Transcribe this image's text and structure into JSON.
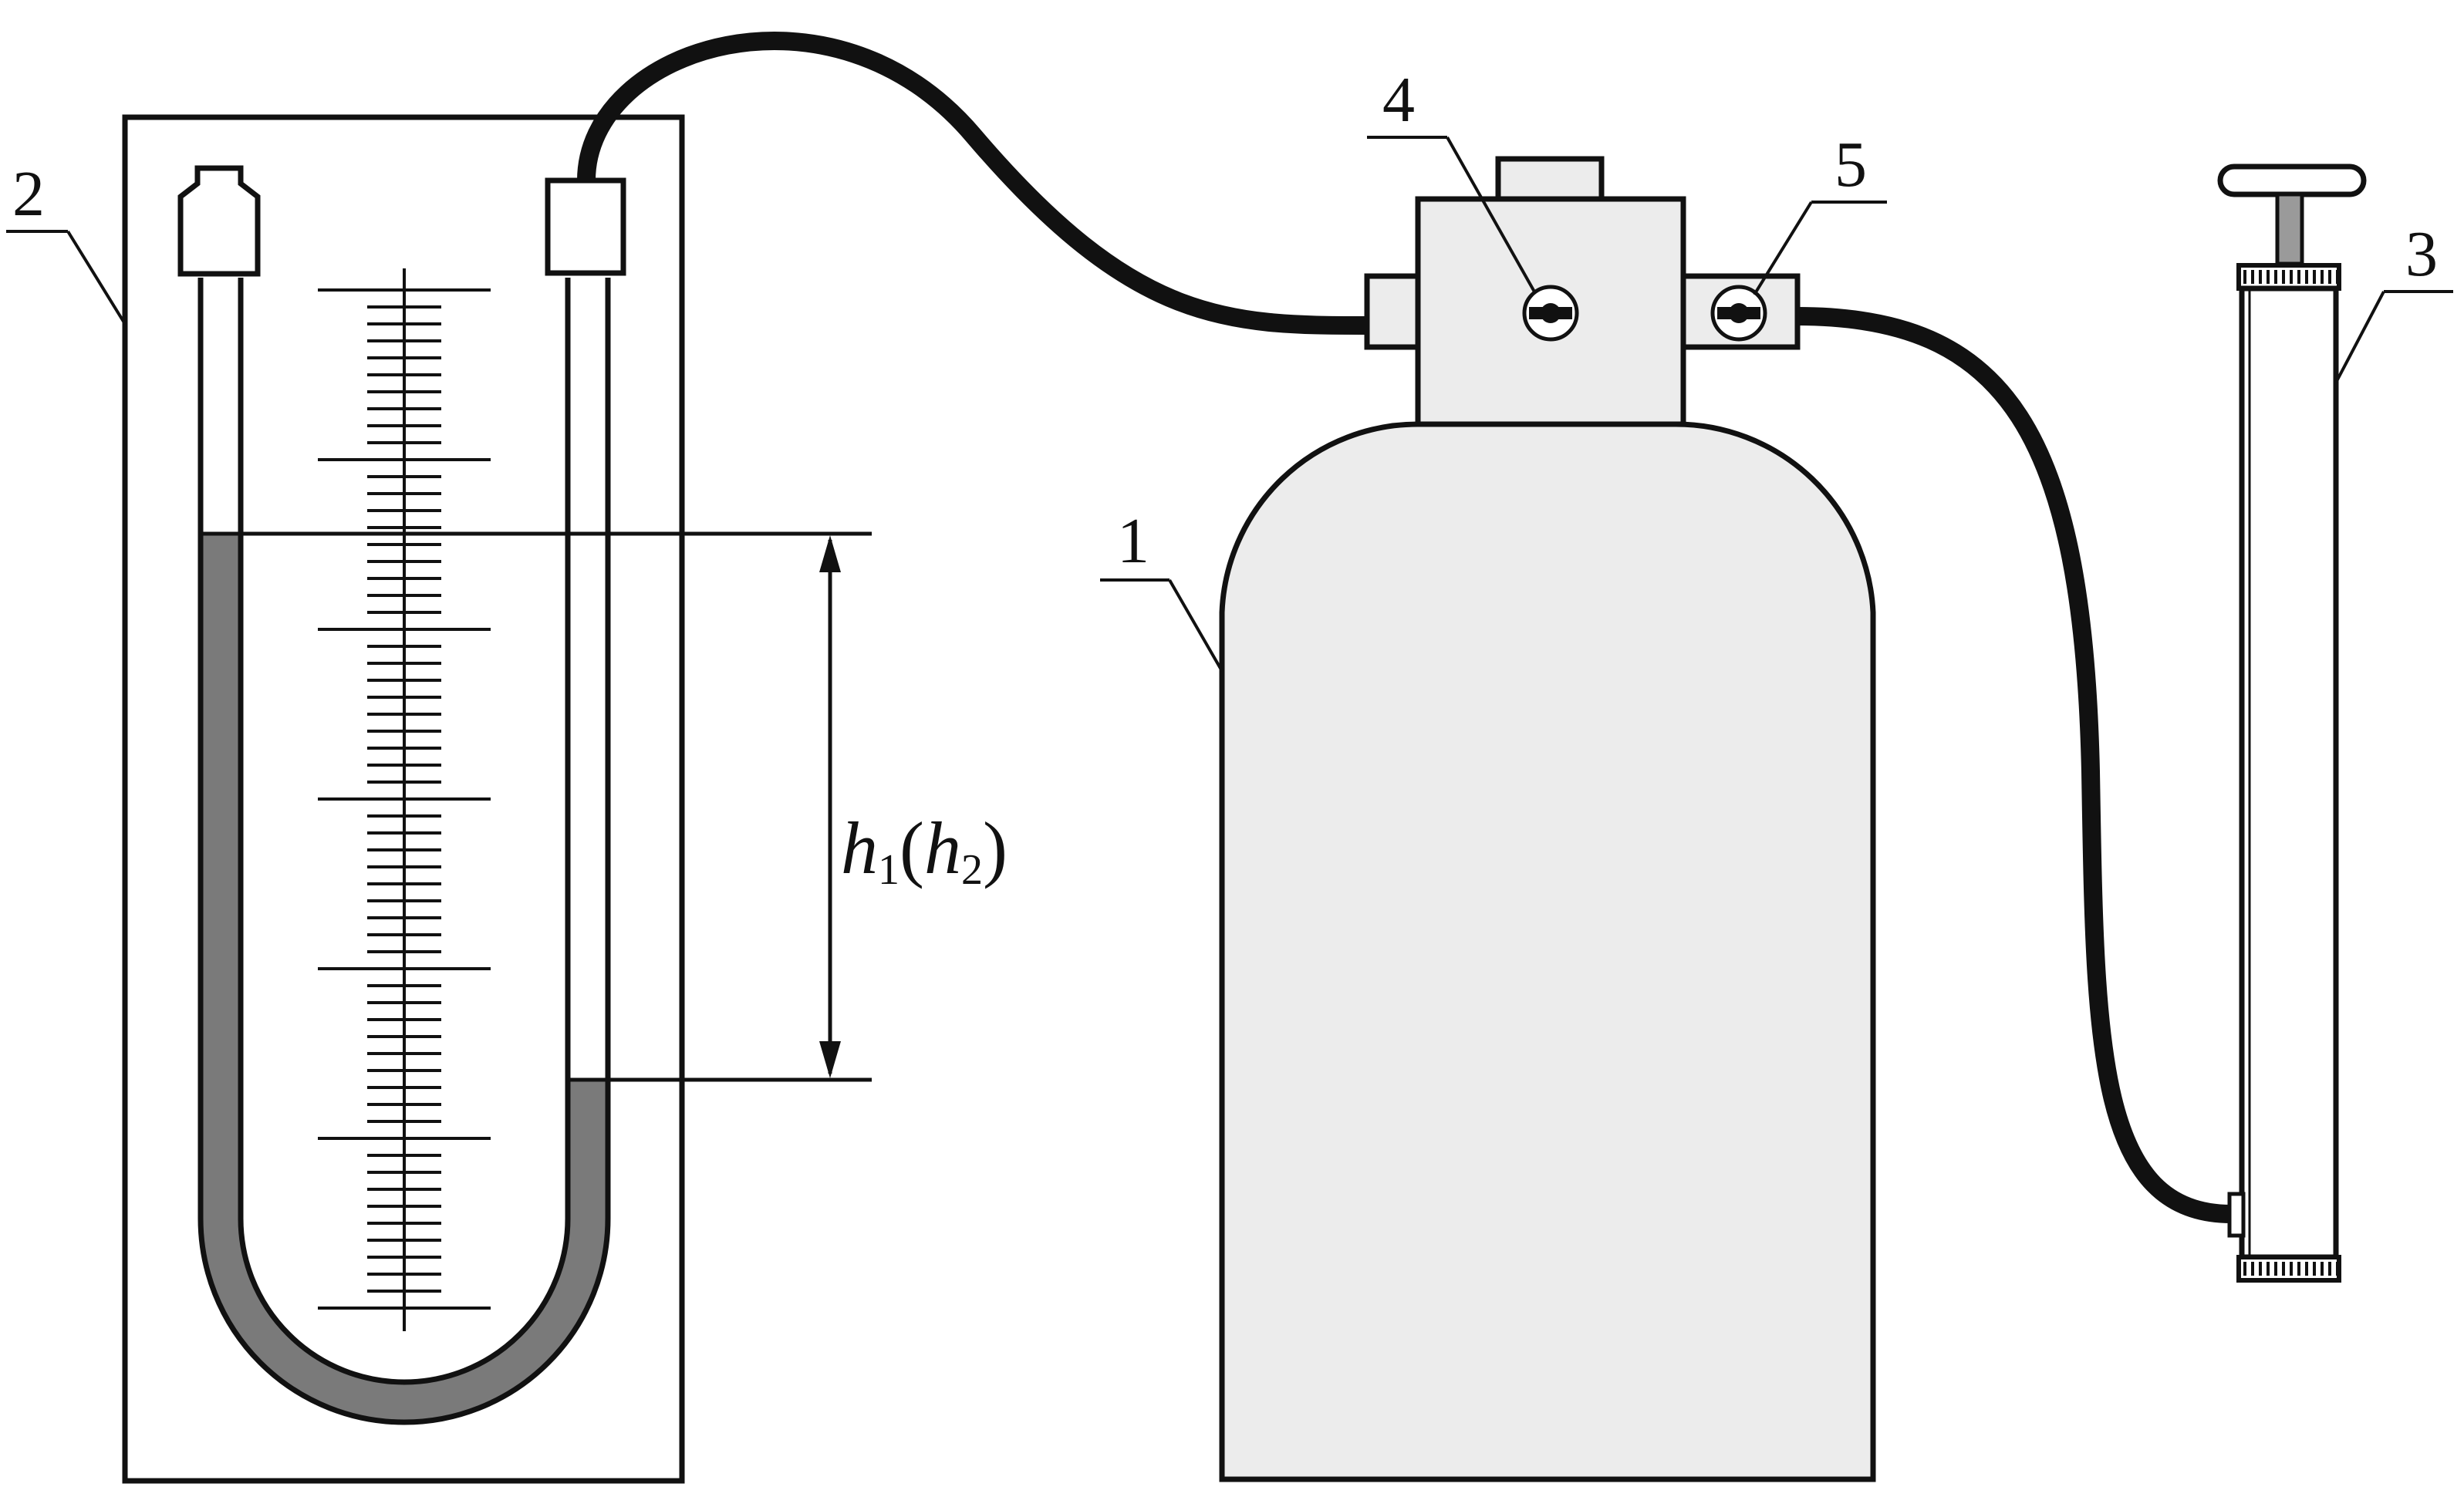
{
  "colors": {
    "stroke": "#111111",
    "liquid": "#7a7a7a",
    "bottle_fill": "#ececec",
    "hose": "#111111",
    "background": "#ffffff"
  },
  "labels": {
    "bottle": "1",
    "manometer": "2",
    "pump": "3",
    "valve_top": "4",
    "valve_side": "5"
  },
  "height_label": {
    "h1": "h",
    "h1_sub": "1",
    "h2": "h",
    "h2_sub": "2",
    "open_paren": "(",
    "close_paren": ")"
  }
}
